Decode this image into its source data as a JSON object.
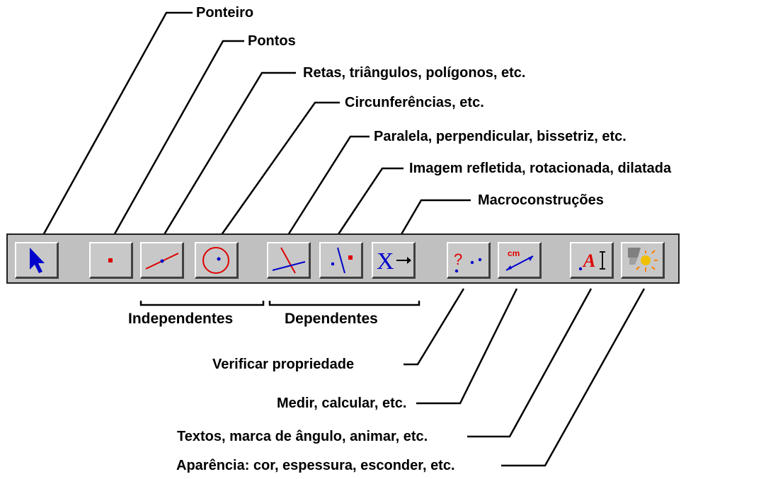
{
  "callouts_top": {
    "ponteiro": "Ponteiro",
    "pontos": "Pontos",
    "retas": "Retas, triângulos, polígonos, etc.",
    "circunferencias": "Circunferências, etc.",
    "paralela": "Paralela, perpendicular, bissetriz, etc.",
    "imagem": "Imagem refletida, rotacionada, dilatada",
    "macro": "Macroconstruções"
  },
  "groups": {
    "independentes": "Independentes",
    "dependentes": "Dependentes"
  },
  "callouts_bottom": {
    "verificar": "Verificar propriedade",
    "medir": "Medir, calcular, etc.",
    "textos": "Textos, marca de ângulo, animar, etc.",
    "aparencia": "Aparência: cor, espessura, esconder, etc."
  },
  "toolbar": {
    "buttons": [
      {
        "icon": "pointer-arrow-icon"
      },
      {
        "icon": "point-icon"
      },
      {
        "icon": "line-segment-icon"
      },
      {
        "icon": "circle-icon"
      },
      {
        "icon": "perpendicular-lines-icon"
      },
      {
        "icon": "reflection-icon"
      },
      {
        "icon": "macro-x-arrow-icon"
      },
      {
        "icon": "check-property-icon"
      },
      {
        "icon": "measure-cm-icon"
      },
      {
        "icon": "text-label-icon"
      },
      {
        "icon": "appearance-light-icon"
      }
    ],
    "icon_text": {
      "measure": "cm",
      "macro": "X",
      "text": "A",
      "check": "?"
    }
  },
  "colors": {
    "toolbar_bg": "#c0c0c0",
    "icon_blue": "#0000cc",
    "icon_red": "#dd0000"
  }
}
